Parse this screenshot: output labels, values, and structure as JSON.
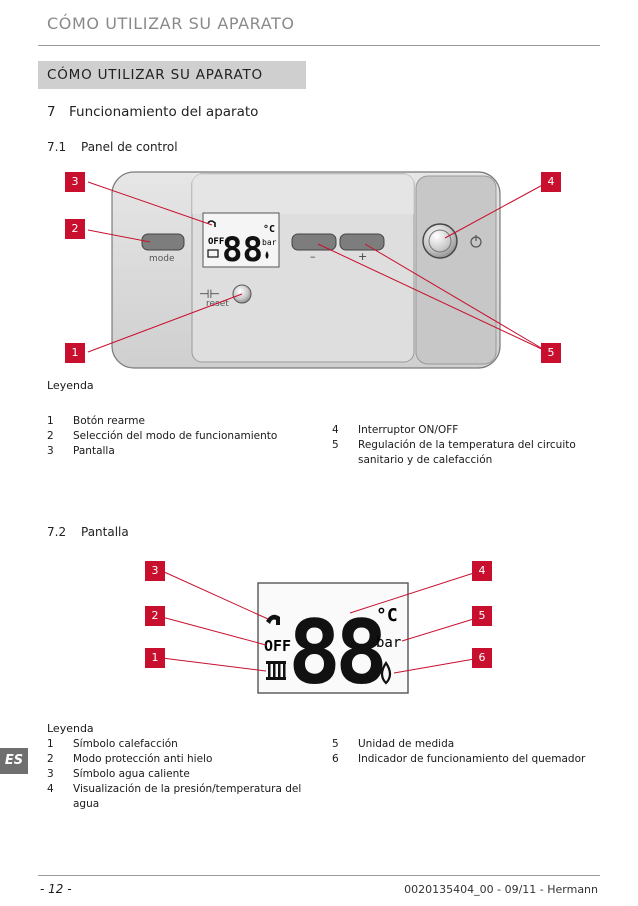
{
  "header": {
    "running_title": "CÓMO UTILIZAR SU APARATO"
  },
  "section": {
    "title": "CÓMO UTILIZAR SU APARATO"
  },
  "chapter": {
    "number": "7",
    "title": "Funcionamiento del aparato"
  },
  "panel_section": {
    "number": "7.1",
    "title": "Panel de control",
    "figure": {
      "mode_label": "mode",
      "minus_label": "–",
      "plus_label": "+",
      "reset_label": "reset",
      "lcd_digits": "88",
      "lcd_off": "OFF",
      "lcd_celsius": "°C",
      "lcd_bar": "bar",
      "callouts": [
        "1",
        "2",
        "3",
        "4",
        "5"
      ]
    },
    "legend_title": "Leyenda",
    "legend_left": [
      {
        "n": "1",
        "text": "Botón rearme"
      },
      {
        "n": "2",
        "text": "Selección del modo de funcionamiento"
      },
      {
        "n": "3",
        "text": "Pantalla"
      }
    ],
    "legend_right": [
      {
        "n": "4",
        "text": "Interruptor ON/OFF"
      },
      {
        "n": "5",
        "text": "Regulación de la temperatura del circuito sanitario y de calefacción"
      }
    ]
  },
  "display_section": {
    "number": "7.2",
    "title": "Pantalla",
    "figure": {
      "lcd_digits": "88",
      "lcd_off": "OFF",
      "lcd_celsius": "°C",
      "lcd_bar": "bar",
      "callouts": [
        "1",
        "2",
        "3",
        "4",
        "5",
        "6"
      ]
    },
    "legend_title": "Leyenda",
    "legend_left": [
      {
        "n": "1",
        "text": "Símbolo calefacción"
      },
      {
        "n": "2",
        "text": "Modo protección anti hielo"
      },
      {
        "n": "3",
        "text": "Símbolo agua caliente"
      },
      {
        "n": "4",
        "text": "Visualización de la presión/temperatura del agua"
      }
    ],
    "legend_right": [
      {
        "n": "5",
        "text": "Unidad de medida"
      },
      {
        "n": "6",
        "text": "Indicador de funcionamiento del quemador"
      }
    ]
  },
  "side_tab": {
    "label": "ES"
  },
  "footer": {
    "page": "- 12 -",
    "doc_ref": "0020135404_00 - 09/11 - Hermann"
  },
  "colors": {
    "accent_red": "#c8102e",
    "band_gray": "#cfcfcf",
    "panel_gray": "#d9d9d9"
  }
}
